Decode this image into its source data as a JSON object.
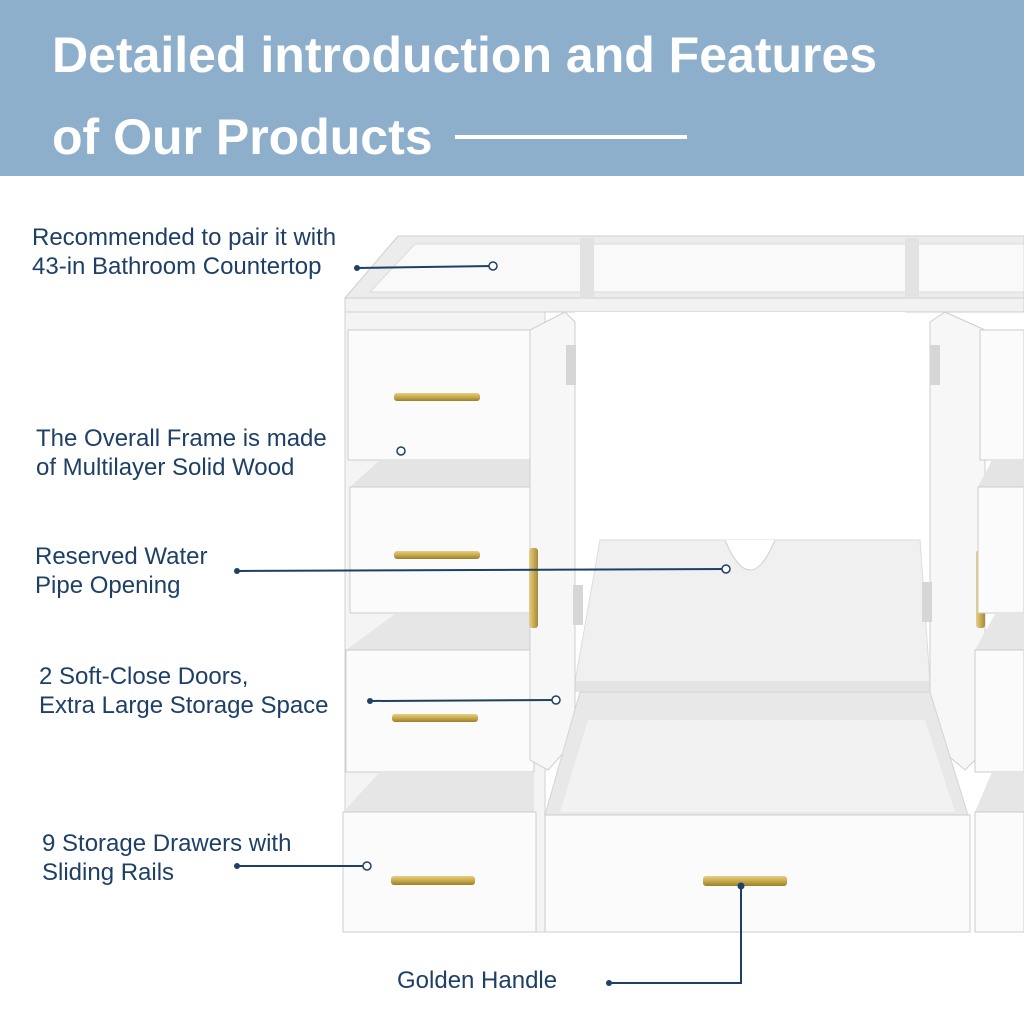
{
  "banner": {
    "title_line1": "Detailed introduction and Features",
    "title_line2": "of Our Products"
  },
  "features": {
    "countertop": {
      "line1": "Recommended to pair it with",
      "line2": "43-in Bathroom Countertop"
    },
    "frame": {
      "line1": "The Overall Frame is made",
      "line2": "of Multilayer Solid Wood"
    },
    "pipe": {
      "line1": "Reserved Water",
      "line2": "Pipe Opening"
    },
    "doors": {
      "line1": "2 Soft-Close Doors,",
      "line2": "Extra Large Storage Space"
    },
    "drawers": {
      "line1": "9 Storage Drawers with",
      "line2": "Sliding Rails"
    },
    "handle": {
      "line1": "Golden Handle"
    }
  },
  "colors": {
    "banner": "#8eafcc",
    "label_text": "#1e3f66",
    "handle_gold": "#c9a94a",
    "cabinet_white": "#f7f7f7"
  }
}
